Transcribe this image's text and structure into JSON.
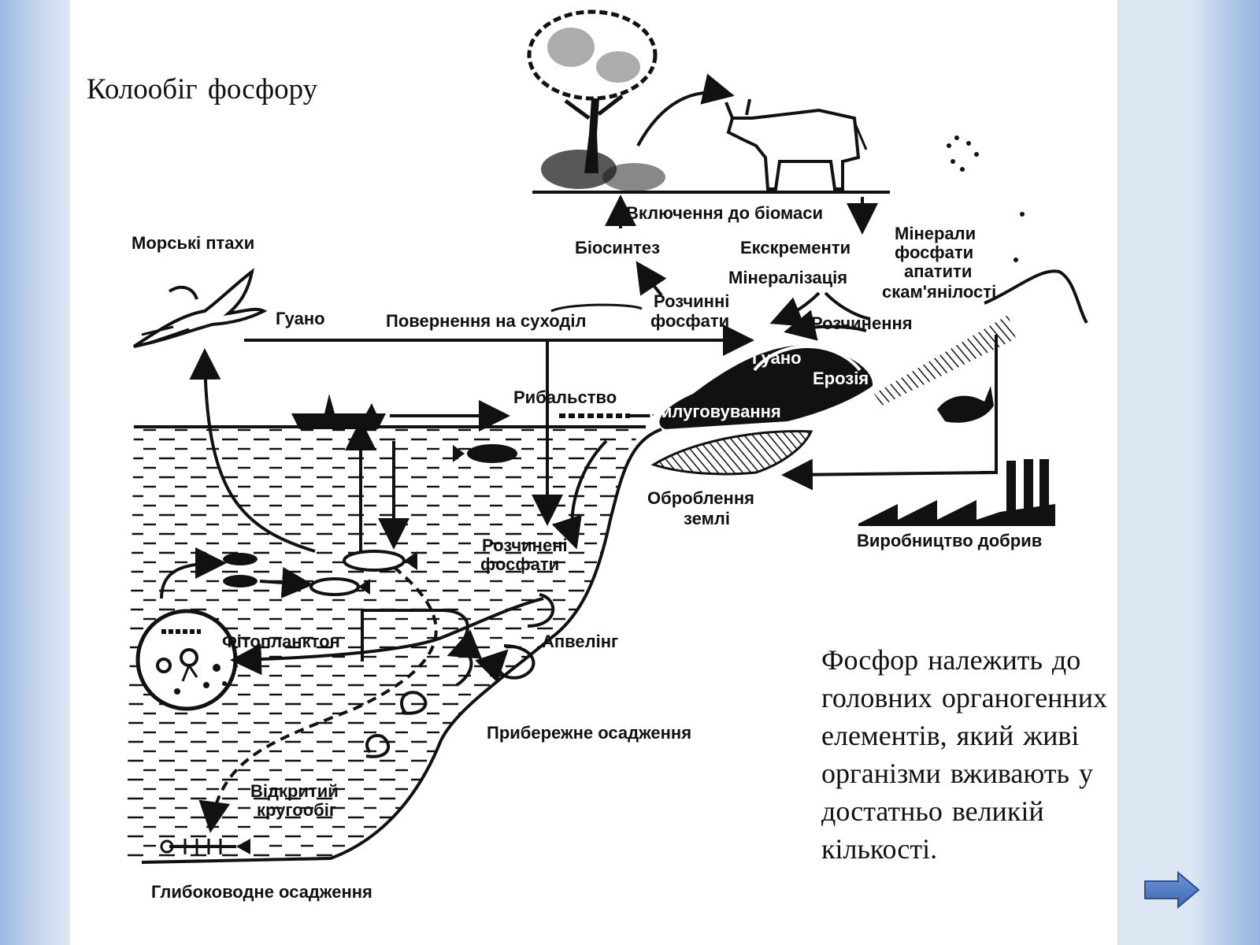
{
  "slide": {
    "title": "Колообіг фосфору",
    "description_lines": [
      " Фосфор належить до",
      "головних органогенних",
      "елементів, який живі",
      "організми вживають у",
      "достатньо великій",
      "кількості."
    ]
  },
  "diagram": {
    "labels": {
      "biomass": "Включення до біомаси",
      "biosynthesis": "Біосинтез",
      "excrements": "Екскременти",
      "mineralization": "Мінералізація",
      "minerals_1": "Мінерали",
      "minerals_2": "фосфати",
      "minerals_3": "апатити",
      "minerals_4": "скам'янілості",
      "sea_birds": "Морські птахи",
      "guano": "Гуано",
      "return_to_land": "Повернення на суходіл",
      "soluble_1": "Розчинні",
      "soluble_2": "фосфати",
      "dissolution": "Розчинення",
      "guano_rock": "Гуано",
      "erosion": "Ерозія",
      "fishing": "Рибальство",
      "leaching": "Вилуговування",
      "cultivation_1": "Оброблення",
      "cultivation_2": "землі",
      "fertilizer": "Виробництво добрив",
      "dissolved_1": "Розчинені",
      "dissolved_2": "фосфати",
      "phytoplankton": "Фітопланктон",
      "upwelling": "Апвелінг",
      "coastal": "Прибережне осадження",
      "open_1": "Відкритий",
      "open_2": "кругообіг",
      "deep_sea": "Глибоководне осадження"
    }
  },
  "navigation": {
    "next_icon": "right-arrow-icon",
    "color": "#4472c4"
  }
}
